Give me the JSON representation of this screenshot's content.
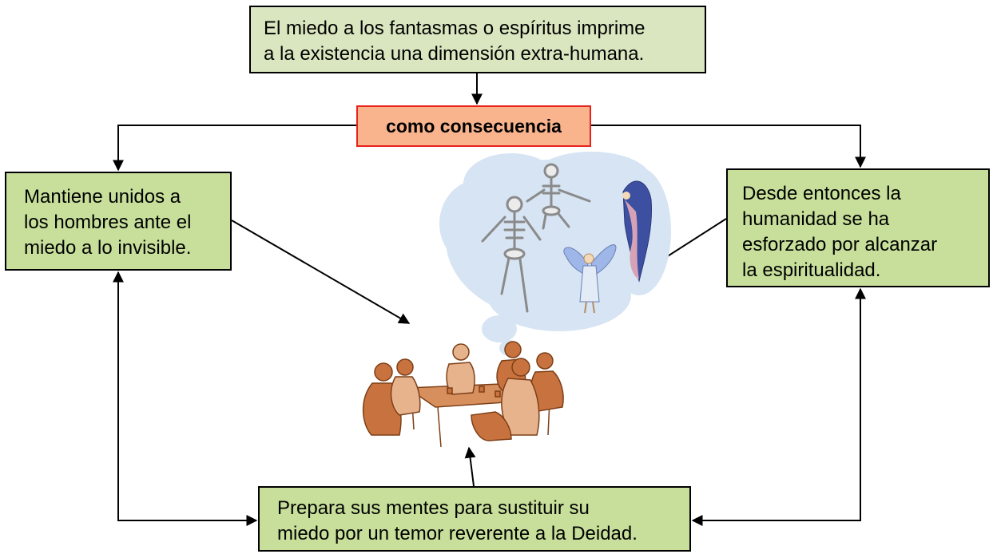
{
  "diagram": {
    "top_box": {
      "lines": [
        "El miedo a los fantasmas o espíritus imprime",
        "a la existencia una dimensión extra-humana."
      ]
    },
    "middle_box": {
      "label": "como consecuencia"
    },
    "left_box": {
      "lines": [
        "Mantiene unidos a",
        "los hombres ante el",
        "miedo a lo invisible."
      ]
    },
    "right_box": {
      "lines": [
        "Desde entonces la",
        "humanidad se ha",
        "esforzado por alcanzar",
        "la espiritualidad."
      ]
    },
    "bottom_box": {
      "lines": [
        "Prepara sus mentes para sustituir su",
        "miedo por un temor reverente a la Deidad."
      ]
    },
    "illustrations": [
      "thought-cloud-illustration",
      "skeleton-figure",
      "winged-spirit-figure",
      "people-around-table-illustration"
    ],
    "colors": {
      "green_box": "#c7df9a",
      "top_box": "#d9e6bf",
      "middle_box_fill": "#f9b48e",
      "middle_box_border": "#e8231d",
      "cloud": "#d6e4f3",
      "sepia": "#c8733f"
    }
  }
}
